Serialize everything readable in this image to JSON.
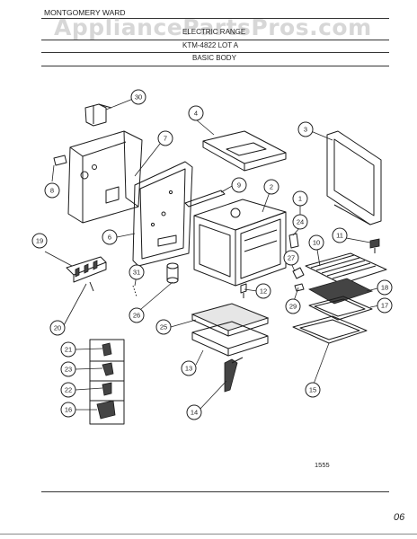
{
  "header": {
    "brand": "MONTGOMERY WARD",
    "title": "ELECTRIC RANGE",
    "model": "KTM-4822 LOT A",
    "section": "BASIC BODY",
    "watermark": "AppliancePartsPros.com"
  },
  "diagram": {
    "callouts": [
      "30",
      "4",
      "3",
      "7",
      "8",
      "9",
      "2",
      "1",
      "24",
      "11",
      "10",
      "19",
      "27",
      "18",
      "6",
      "31",
      "12",
      "29",
      "17",
      "20",
      "26",
      "25",
      "21",
      "13",
      "15",
      "23",
      "22",
      "16",
      "14"
    ],
    "page_code": "1555",
    "corner_mark": "06"
  },
  "colors": {
    "line": "#1a1a1a",
    "background": "#ffffff",
    "watermark": "#969696"
  }
}
